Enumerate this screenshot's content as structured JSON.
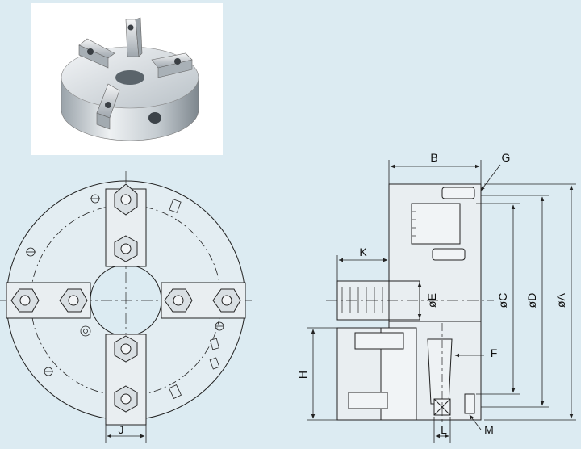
{
  "photo": {
    "alt": "4-jaw lathe chuck photo"
  },
  "front_view": {
    "dimensions": {
      "J": "J"
    }
  },
  "side_view": {
    "dimensions": {
      "B": "B",
      "G": "G",
      "K": "K",
      "E": "øE",
      "C": "øC",
      "D": "øD",
      "A": "øA",
      "H": "H",
      "F": "F",
      "L": "L",
      "M": "M"
    }
  },
  "colors": {
    "background": "#dcebf2",
    "line": "#222222",
    "metal_light": "#e9edf0",
    "metal_dark": "#8b949b"
  }
}
